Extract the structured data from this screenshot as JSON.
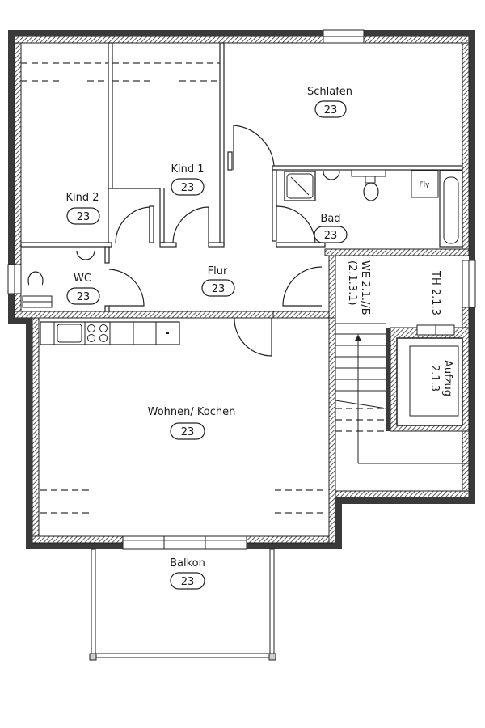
{
  "plan": {
    "type": "apartment floor plan",
    "unit_label": "WE 2.1.//Б",
    "unit_sub": "(2.1.3.1)",
    "stair_label": "TH 2.1.3",
    "elevator": {
      "line1": "Aufzug",
      "line2": "2.1.3"
    },
    "dryer_label": "Fly"
  },
  "rooms": [
    {
      "id": "schlafen",
      "label": "Schlafen",
      "badge": "23"
    },
    {
      "id": "kind1",
      "label": "Kind 1",
      "badge": "23"
    },
    {
      "id": "kind2",
      "label": "Kind 2",
      "badge": "23"
    },
    {
      "id": "bad",
      "label": "Bad",
      "badge": "23"
    },
    {
      "id": "wc",
      "label": "WC",
      "badge": "23"
    },
    {
      "id": "flur",
      "label": "Flur",
      "badge": "23"
    },
    {
      "id": "wohnen",
      "label": "Wohnen/ Kochen",
      "badge": "23"
    },
    {
      "id": "balkon",
      "label": "Balkon",
      "badge": "23"
    }
  ]
}
